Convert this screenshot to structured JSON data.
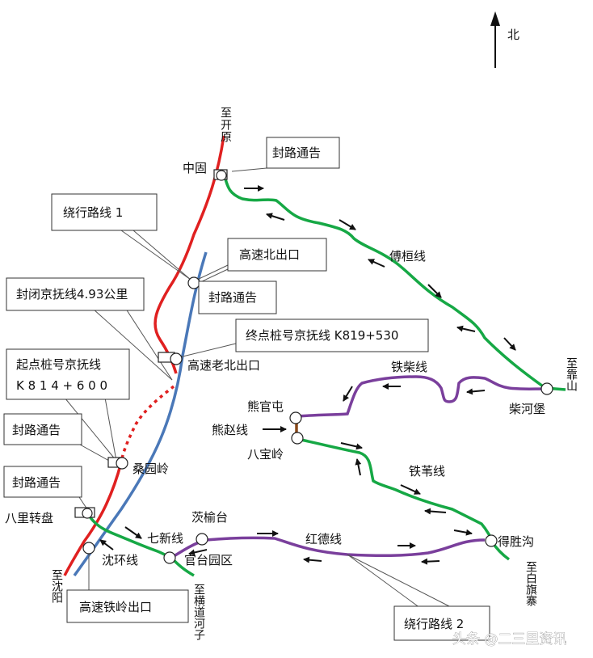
{
  "north": "北",
  "directions": {
    "kaiyuan": "至开原",
    "kaoshan": "至靠山",
    "shenyang": "至沈阳",
    "hengdaohezi": "至横道河子",
    "baiqizhai": "至白旗寨"
  },
  "places": {
    "zhonggu": "中固",
    "chaihepu": "柴河堡",
    "xiongguantun": "熊官屯",
    "babaoling": "八宝岭",
    "deshenggou": "得胜沟",
    "ciyutai": "茨榆台",
    "guantaiyuanqu": "官台园区",
    "sangyuanling": "桑园岭",
    "balizhuanpan": "八里转盘"
  },
  "roads": {
    "fuhuan": "傅桓线",
    "tiechai": "铁柴线",
    "xiongzhao": "熊赵线",
    "tiewei": "铁苇线",
    "hongde": "红德线",
    "qixin": "七新线",
    "shenhuan": "沈环线"
  },
  "callouts": {
    "closure_top": "封路通告",
    "detour1": "绕行路线 1",
    "highway_north_exit": "高速北出口",
    "closure_mid": "封路通告",
    "closed_length": "封闭京抚线4.93公里",
    "end_point": "终点桩号京抚线 K819+530",
    "old_north_exit": "高速老北出口",
    "start_point_line1": "起点桩号京抚线",
    "start_point_line2": "K 8 1 4 + 6 0 0",
    "closure_left": "封路通告",
    "closure_bottom": "封路通告",
    "tieling_exit": "高速铁岭出口",
    "detour2": "绕行路线 2"
  },
  "watermark": "头条 @二三里资讯",
  "colors": {
    "jingfu_road": "#e02020",
    "highway": "#4a78b8",
    "green_route": "#16a845",
    "purple_route": "#7a3f9c",
    "xiongzhao": "#8a4a1a"
  }
}
